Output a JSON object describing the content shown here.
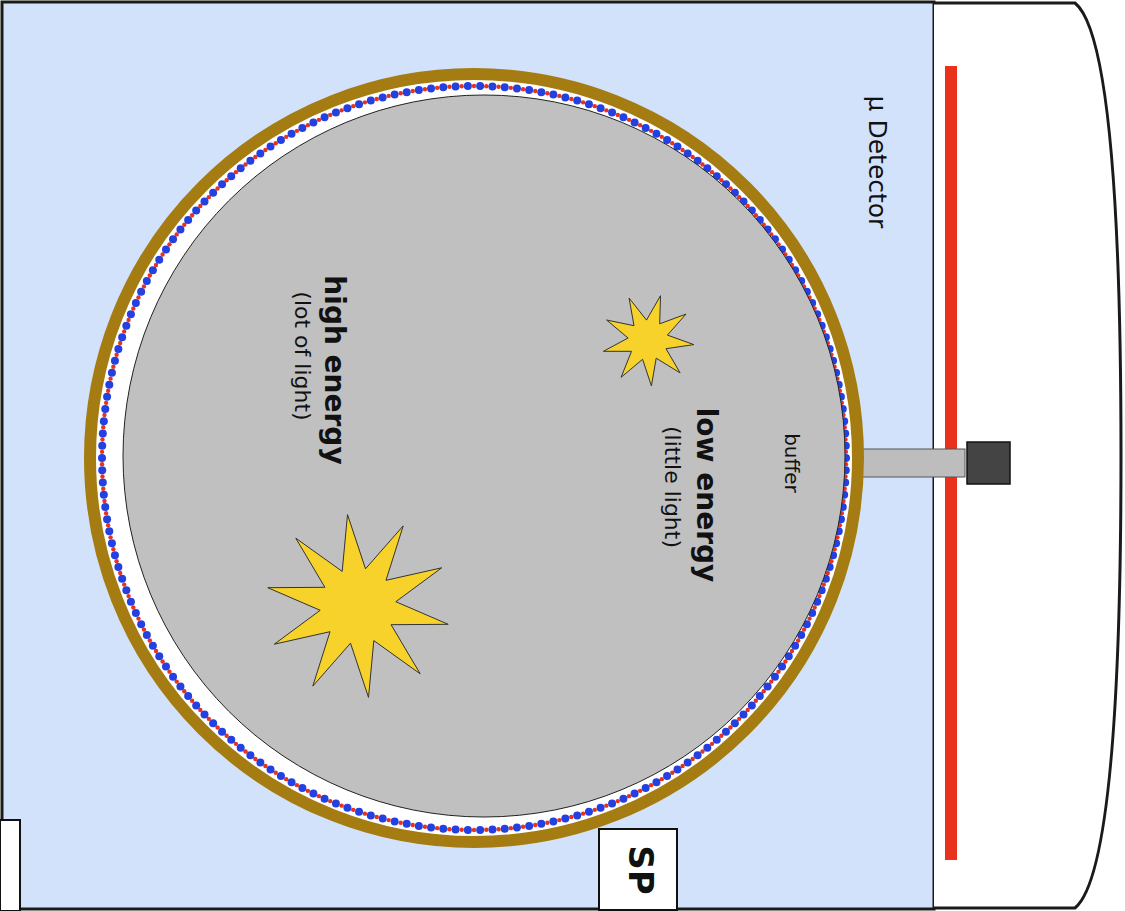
{
  "diagram": {
    "nodes": [
      {
        "text": [
          "μ Detector"
        ]
      },
      {
        "text": [
          "SP"
        ],
        "in": 0
      }
    ],
    "labels": [
      "buffer",
      "low energy",
      "(little light)",
      "high energy",
      "(lot of light)"
    ]
  }
}
